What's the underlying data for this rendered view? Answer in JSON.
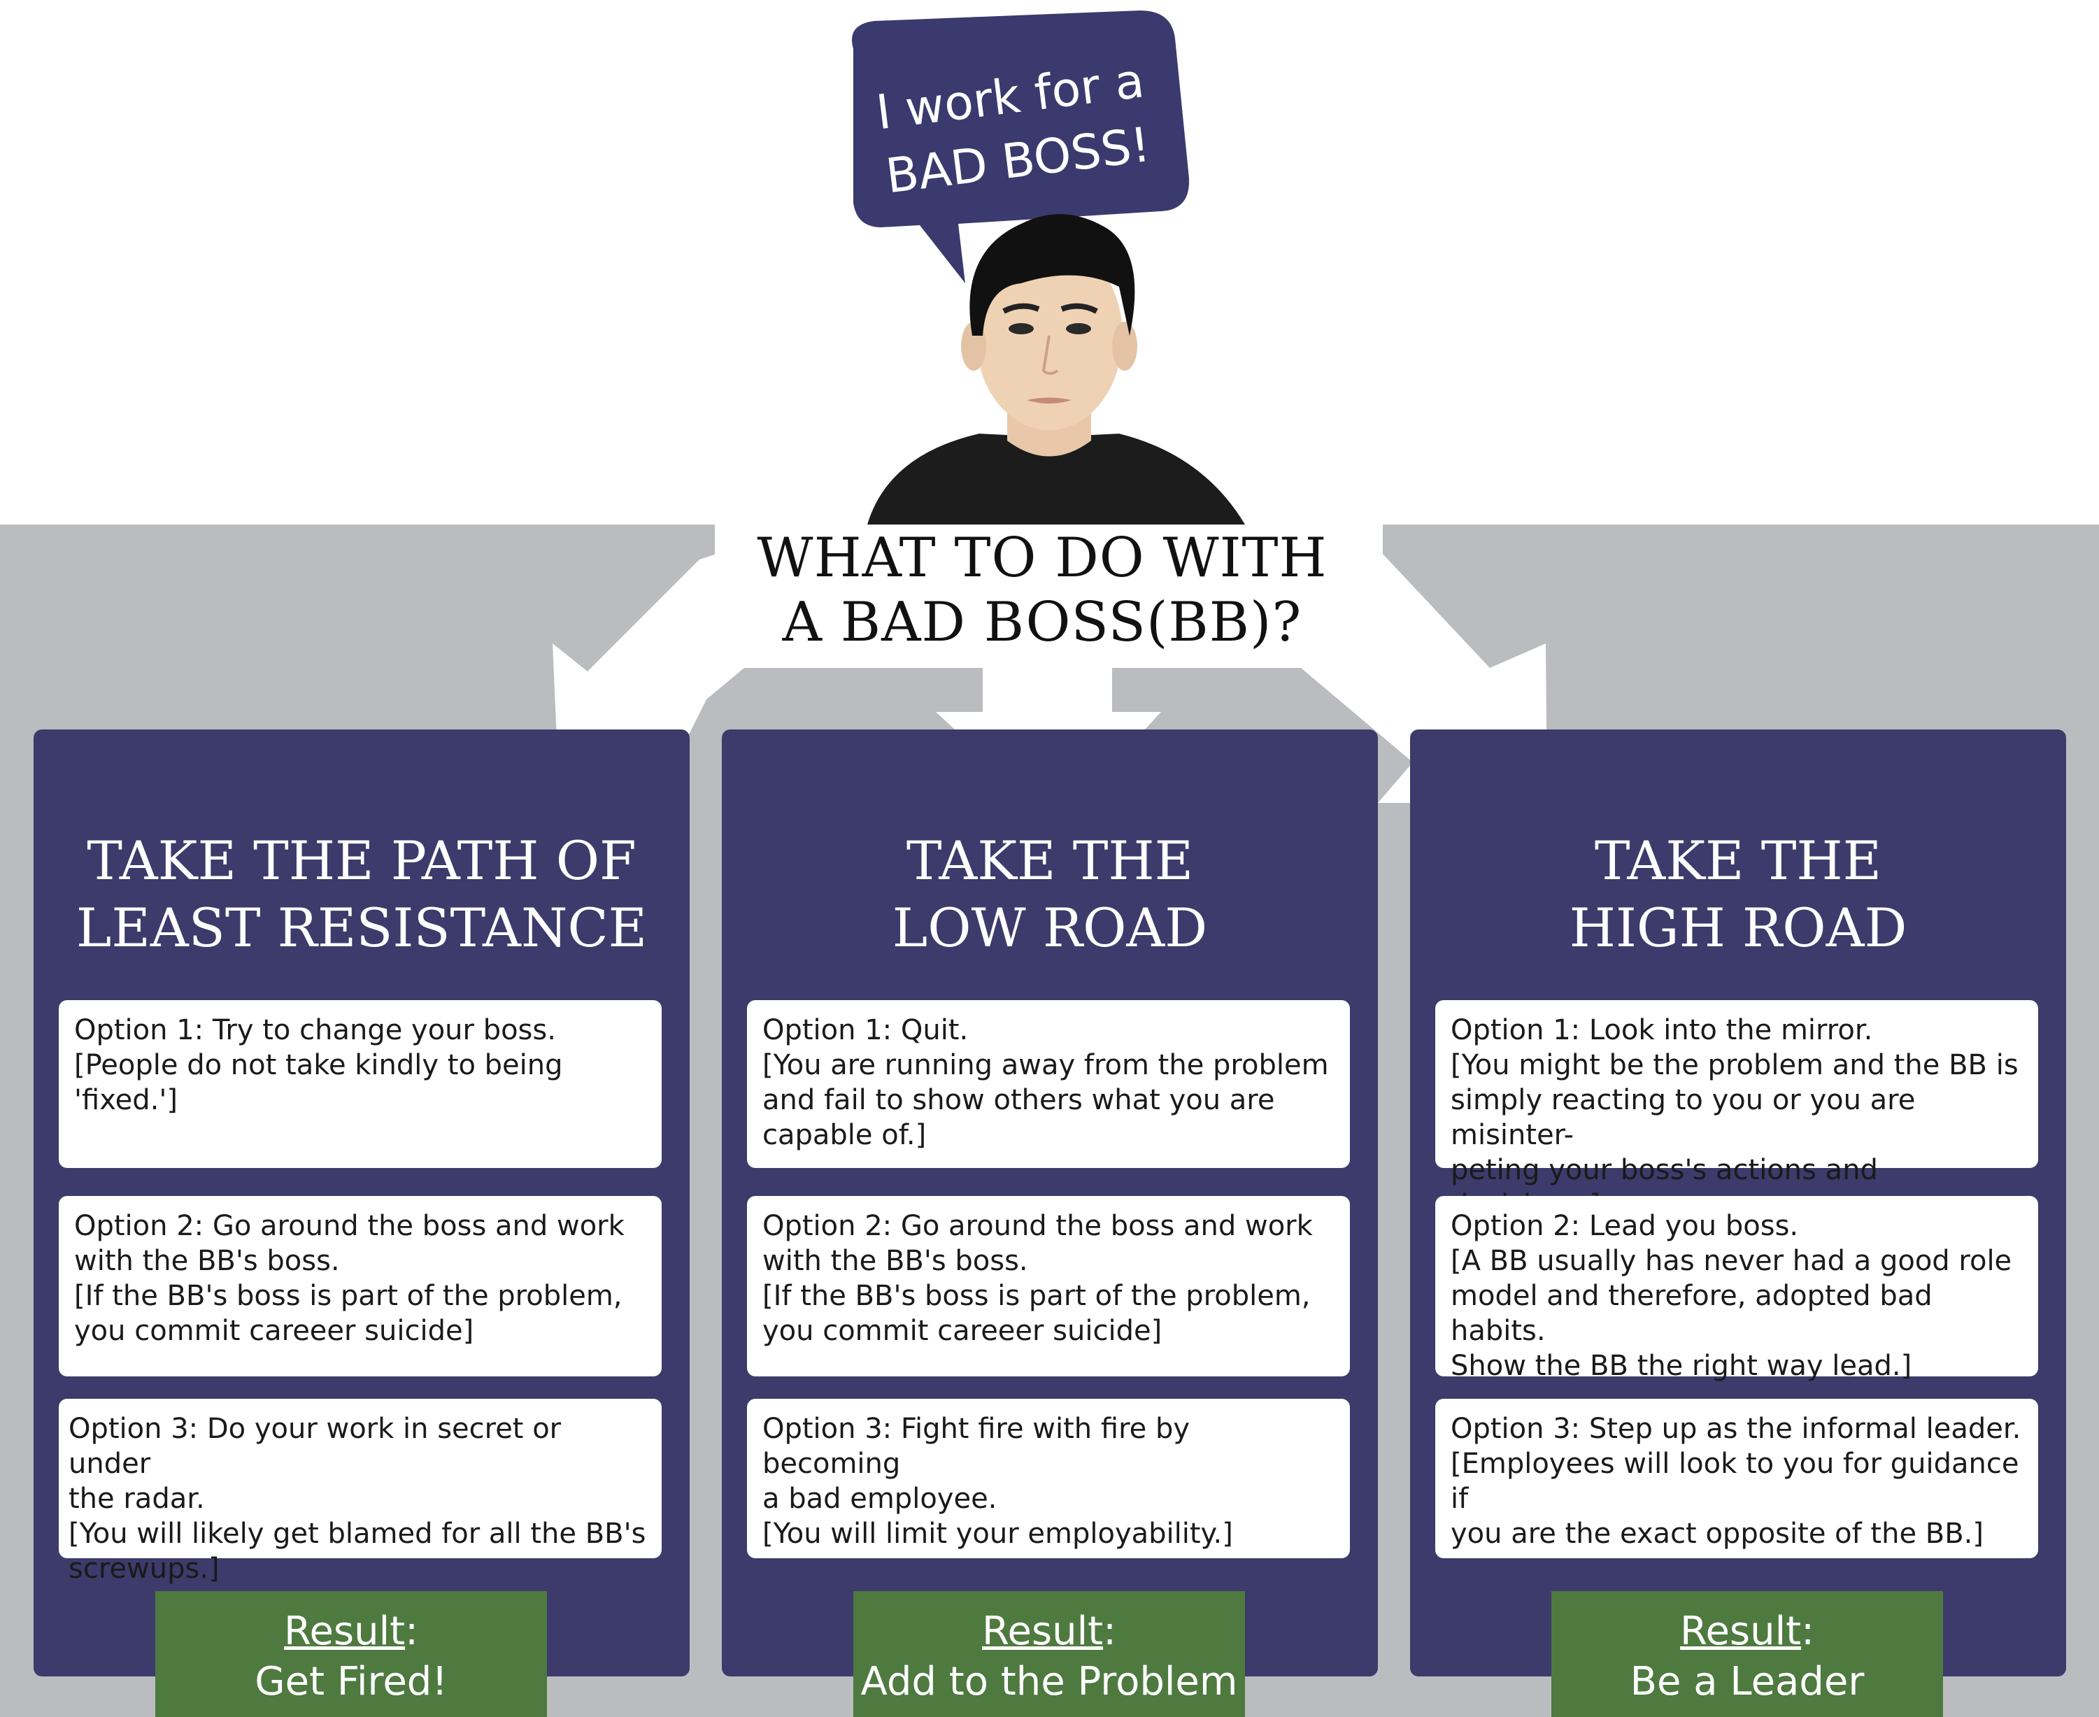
{
  "bubble": {
    "line1": "I work for a",
    "line2": "BAD BOSS!"
  },
  "question": {
    "line1": "WHAT TO DO WITH",
    "line2": "A BAD BOSS(BB)?"
  },
  "colors": {
    "panel": "#3d3b6b",
    "band": "#bbbcbf",
    "result": "#4e7a3f",
    "bubble": "#3a3a6e"
  },
  "panels": [
    {
      "title1": "TAKE THE PATH OF",
      "title2": "LEAST RESISTANCE",
      "options": [
        {
          "lines": [
            "Option 1: Try to change your boss.",
            "[People do not take kindly to being 'fixed.']"
          ]
        },
        {
          "lines": [
            "Option 2: Go around the boss and work",
            "with the BB's boss.",
            "[If the BB's boss is part of the problem,",
            "you commit careeer suicide]"
          ]
        },
        {
          "lines": [
            "Option 3: Do your work in secret or under",
            "the radar.",
            "[You will likely get blamed for all the BB's",
            "screwups.]"
          ]
        }
      ],
      "result_label": "Result",
      "result_colon": ":",
      "result_text": "Get Fired!"
    },
    {
      "title1": "TAKE THE",
      "title2": "LOW ROAD",
      "options": [
        {
          "lines": [
            "Option 1: Quit.",
            "[You are running away from the problem",
            "and fail to show others what you are",
            "capable of.]"
          ]
        },
        {
          "lines": [
            "Option 2: Go around the boss and work",
            "with the BB's boss.",
            "[If the BB's boss is part of the problem,",
            "you commit careeer suicide]"
          ]
        },
        {
          "lines": [
            "Option 3: Fight fire with fire by becoming",
            "a bad employee.",
            "[You will limit your employability.]"
          ]
        }
      ],
      "result_label": "Result",
      "result_colon": ":",
      "result_text": "Add to the Problem"
    },
    {
      "title1": "TAKE THE",
      "title2": "HIGH ROAD",
      "options": [
        {
          "lines": [
            "Option 1: Look into the mirror.",
            "[You might be the problem and the BB is",
            "simply reacting to you or you are misinter-",
            "peting your boss's actions and decisions.]"
          ]
        },
        {
          "lines": [
            "Option 2: Lead you boss.",
            "[A BB usually has never had a good role",
            "model and therefore, adopted bad habits.",
            "Show the BB the right way lead.]"
          ]
        },
        {
          "lines": [
            "Option 3: Step up as the informal leader.",
            "[Employees will look to you for guidance if",
            "you are the exact opposite of the BB.]"
          ]
        }
      ],
      "result_label": "Result",
      "result_colon": ":",
      "result_text": "Be a Leader"
    }
  ]
}
